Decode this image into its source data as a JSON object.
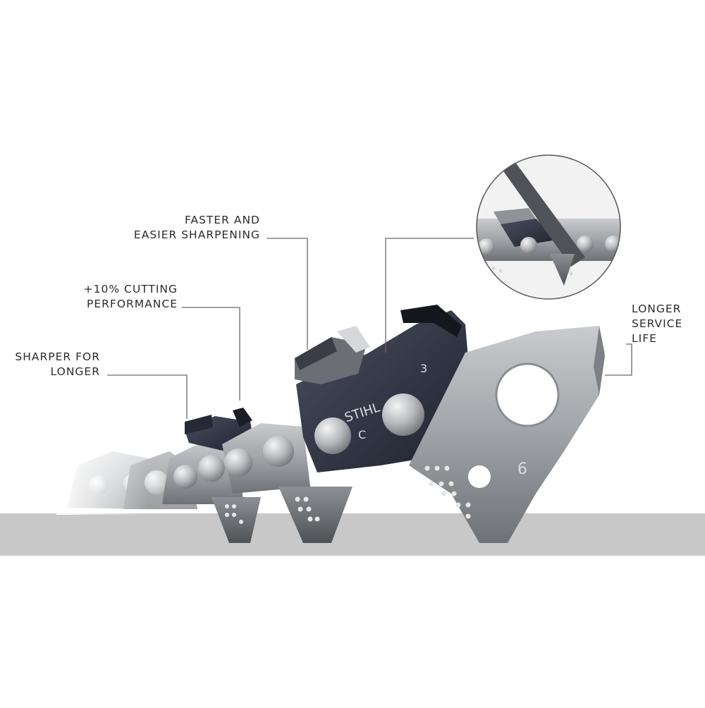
{
  "callouts": {
    "sharpening": [
      "FASTER AND",
      "EASIER SHARPENING"
    ],
    "cutting": [
      "+10% CUTTING",
      "PERFORMANCE"
    ],
    "sharper": [
      "SHARPER FOR",
      "LONGER"
    ],
    "service": [
      "LONGER",
      "SERVICE",
      "LIFE"
    ]
  },
  "chain_markings": {
    "brand": "STIHL",
    "cutter_code": "C",
    "cutter_number": "3",
    "link_number": "6"
  },
  "colors": {
    "background": "#ffffff",
    "ground": "#c8c8c8",
    "steel": "#9a9da1",
    "cutter": "#2f3240",
    "leader_line": "#6a6a6a",
    "text": "#2b2b2b"
  },
  "icons": {
    "detail_zoom": "magnified-sharpening-file-icon"
  }
}
